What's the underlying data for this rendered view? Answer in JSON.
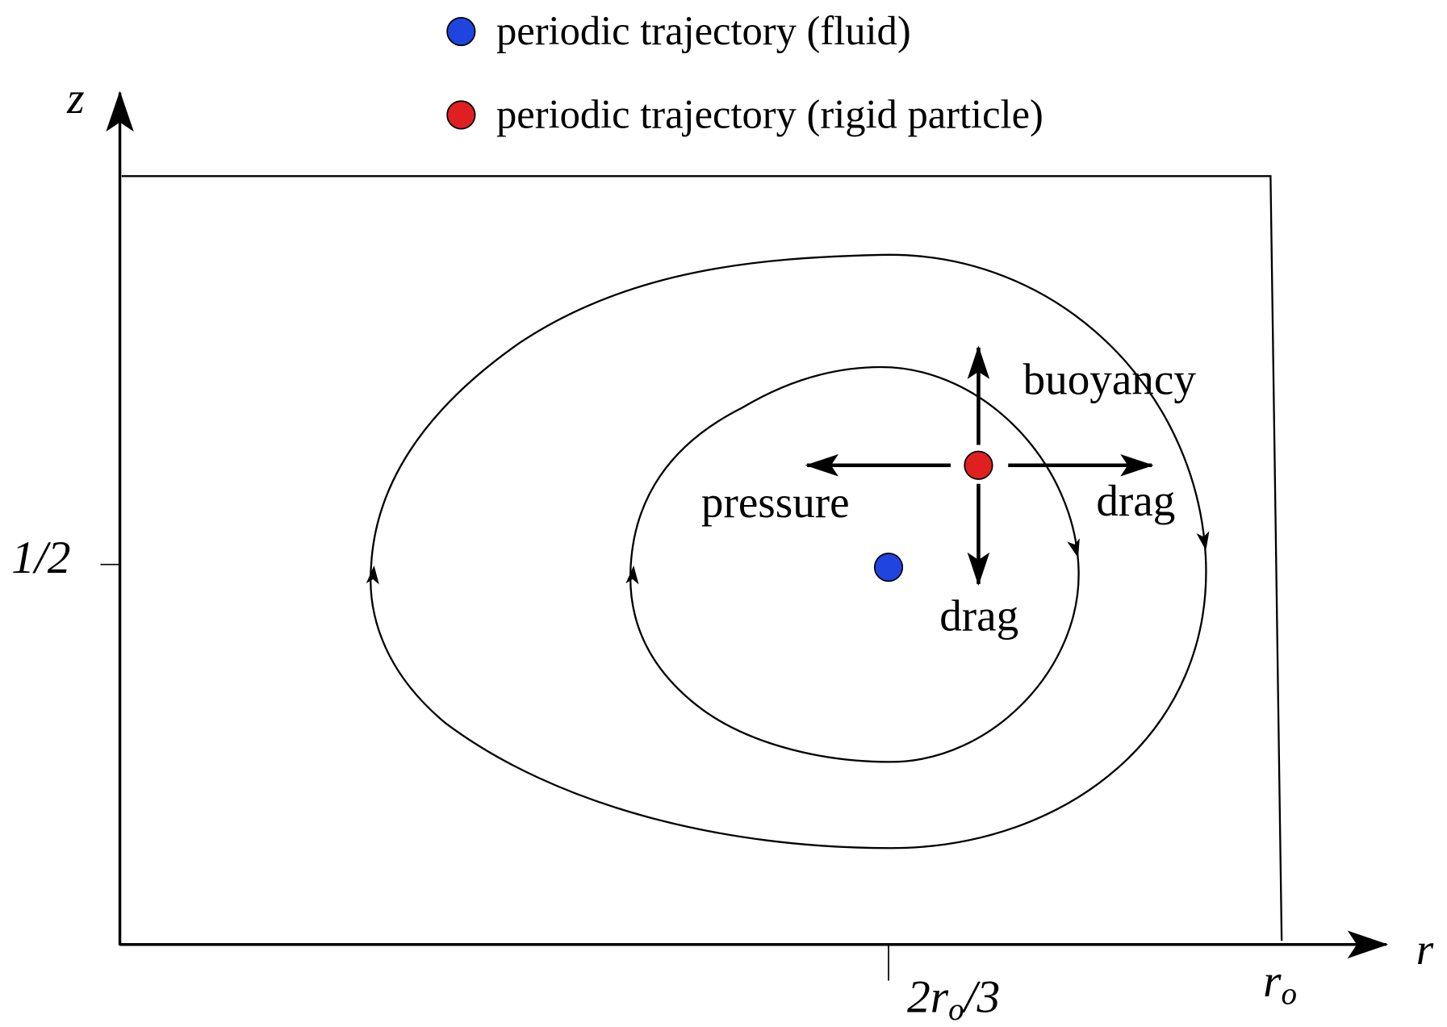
{
  "legend": [
    {
      "label": "periodic trajectory (fluid)",
      "color": "#1f45e0"
    },
    {
      "label": "periodic trajectory (rigid particle)",
      "color": "#e02020"
    }
  ],
  "axes": {
    "y_label": "z",
    "x_label": "r",
    "y_tick": "1/2",
    "x_tick_1": "2r",
    "x_tick_1_sub": "o",
    "x_tick_1_suffix": "/3",
    "x_tick_2": "r",
    "x_tick_2_sub": "o"
  },
  "forces": {
    "up": "buoyancy",
    "left": "pressure",
    "right": "drag",
    "down": "drag"
  }
}
